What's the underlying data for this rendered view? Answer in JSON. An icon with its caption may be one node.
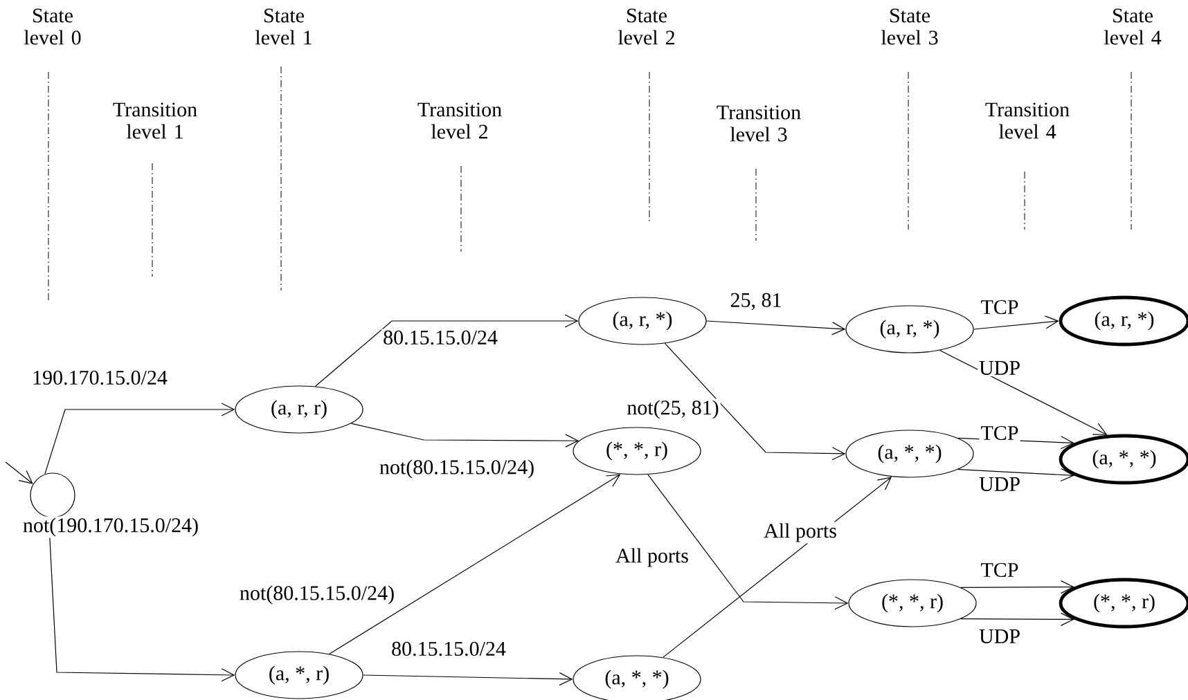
{
  "diagram": {
    "nodes": [
      {
        "text": [],
        "shape": "circle"
      },
      {
        "text": [
          "(a, r, r)"
        ]
      },
      {
        "text": [
          "(a, *, r)"
        ]
      },
      {
        "text": [
          "(a, r, *)"
        ]
      },
      {
        "text": [
          "(*, *, r)"
        ]
      },
      {
        "text": [
          "(a, *, *)"
        ]
      },
      {
        "text": [
          "(a, r, *)"
        ]
      },
      {
        "text": [
          "(a, *, *)"
        ]
      },
      {
        "text": [
          "(*, *, r)"
        ]
      },
      {
        "text": [
          "(a, r, *)"
        ]
      },
      {
        "text": [
          "(a, *, *)"
        ]
      },
      {
        "text": [
          "(*, *, r)"
        ]
      }
    ],
    "edges": [
      {
        "from": null,
        "to": 0,
        "arrow": "to"
      },
      {
        "from": 0,
        "to": 1,
        "arrow": "to",
        "label": "190.170.15.0/24"
      },
      {
        "from": 0,
        "to": 2,
        "arrow": "to",
        "label": "not(190.170.15.0/24)"
      },
      {
        "from": 1,
        "to": 3,
        "arrow": "to",
        "label": "80.15.15.0/24"
      },
      {
        "from": 1,
        "to": 4,
        "arrow": "to",
        "label": "not(80.15.15.0/24)"
      },
      {
        "from": 2,
        "to": 4,
        "arrow": "to",
        "label": "not(80.15.15.0/24)"
      },
      {
        "from": 2,
        "to": 5,
        "arrow": "to",
        "label": "80.15.15.0/24"
      },
      {
        "from": 3,
        "to": 6,
        "arrow": "to",
        "label": "25, 81"
      },
      {
        "from": 3,
        "to": 7,
        "arrow": "to",
        "label": "not(25, 81)"
      },
      {
        "from": 4,
        "to": 8,
        "arrow": "to",
        "label": "All ports"
      },
      {
        "from": 5,
        "to": 7,
        "arrow": "to",
        "label": "All ports"
      },
      {
        "from": 6,
        "to": 9,
        "arrow": "to",
        "label": "TCP"
      },
      {
        "from": 6,
        "to": 10,
        "arrow": "to",
        "label": "UDP"
      },
      {
        "from": 7,
        "to": 10,
        "arrow": "to",
        "label": "TCP"
      },
      {
        "from": 7,
        "to": 10,
        "arrow": "to",
        "label": "UDP"
      },
      {
        "from": 8,
        "to": 11,
        "arrow": "to",
        "label": "TCP"
      },
      {
        "from": 8,
        "to": 11,
        "arrow": "to",
        "label": "UDP"
      }
    ],
    "labels": [
      "State level 0",
      "Transition level 1",
      "State level 1",
      "Transition level 2",
      "State level 2",
      "Transition level 3",
      "State level 3",
      "Transition level 4",
      "State level 4"
    ]
  }
}
